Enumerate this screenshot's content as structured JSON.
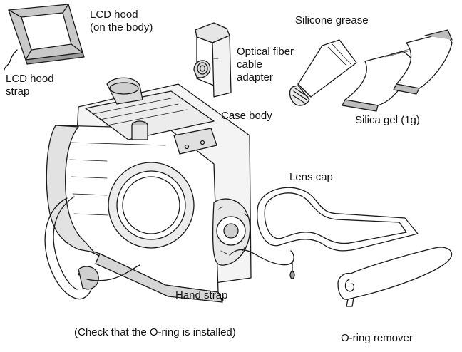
{
  "labels": {
    "lcd_hood": [
      "LCD hood",
      "(on the body)"
    ],
    "lcd_hood_strap": [
      "LCD hood",
      "strap"
    ],
    "optical_fiber": [
      "Optical fiber",
      "cable",
      "adapter"
    ],
    "silicone_grease": "Silicone grease",
    "case_body": "Case body",
    "silica_gel": "Silica gel (1g)",
    "lens_cap": "Lens cap",
    "hand_strap": "Hand strap",
    "check_oring": "(Check that the O-ring is installed)",
    "oring_remover": "O-ring remover"
  },
  "colors": {
    "line": "#1a1a1a",
    "shade": "#d9d9d9",
    "dark_shade": "#8a8a8a"
  }
}
